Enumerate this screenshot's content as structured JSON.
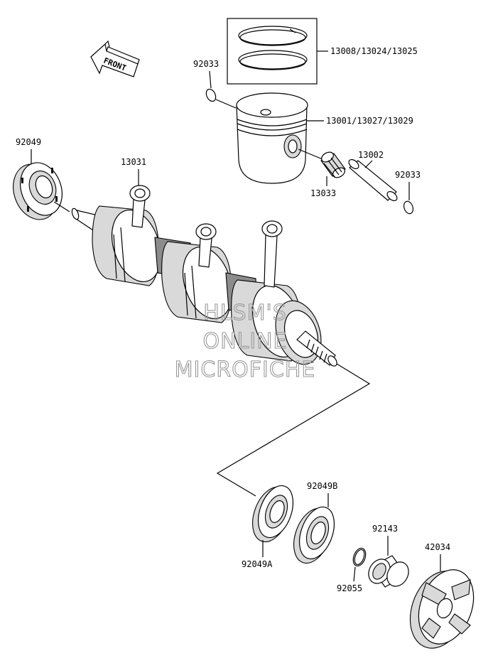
{
  "front_arrow": {
    "text": "FRONT"
  },
  "labels": {
    "p13008": "13008/13024/13025",
    "p92033_top": "92033",
    "p13001": "13001/13027/13029",
    "p92049": "92049",
    "p13031": "13031",
    "p13002": "13002",
    "p92033_right": "92033",
    "p13033": "13033",
    "p92049B": "92049B",
    "p92143": "92143",
    "p42034": "42034",
    "p92049A": "92049A",
    "p92055": "92055"
  },
  "watermark": {
    "line1": "HLSM'S",
    "line2": "ONLINE",
    "line3": "MICROFICHE"
  }
}
